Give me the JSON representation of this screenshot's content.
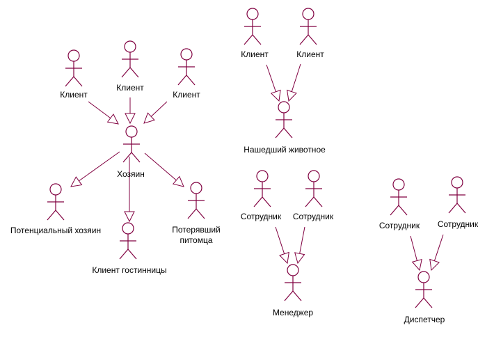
{
  "diagram": {
    "stroke_color": "#800040",
    "actors": [
      {
        "id": "a1",
        "label": "Клиент"
      },
      {
        "id": "a2",
        "label": "Клиент"
      },
      {
        "id": "a3",
        "label": "Клиент"
      },
      {
        "id": "owner",
        "label": "Хозяин"
      },
      {
        "id": "potential_owner",
        "label": "Потенциальный хозяин"
      },
      {
        "id": "hotel_client",
        "label": "Клиент гостинницы"
      },
      {
        "id": "lost_pet",
        "label": "Потерявший\nпитомца"
      },
      {
        "id": "b1",
        "label": "Клиент"
      },
      {
        "id": "b2",
        "label": "Клиент"
      },
      {
        "id": "finder",
        "label": "Нашедший животное"
      },
      {
        "id": "c1",
        "label": "Сотрудник"
      },
      {
        "id": "c2",
        "label": "Сотрудник"
      },
      {
        "id": "manager",
        "label": "Менеджер"
      },
      {
        "id": "d1",
        "label": "Сотрудник"
      },
      {
        "id": "d2",
        "label": "Сотрудник"
      },
      {
        "id": "dispatcher",
        "label": "Диспетчер"
      }
    ],
    "generalizations": [
      {
        "from": "a1",
        "to": "owner"
      },
      {
        "from": "a2",
        "to": "owner"
      },
      {
        "from": "a3",
        "to": "owner"
      },
      {
        "from": "owner",
        "to": "potential_owner"
      },
      {
        "from": "owner",
        "to": "hotel_client"
      },
      {
        "from": "owner",
        "to": "lost_pet"
      },
      {
        "from": "b1",
        "to": "finder"
      },
      {
        "from": "b2",
        "to": "finder"
      },
      {
        "from": "c1",
        "to": "manager"
      },
      {
        "from": "c2",
        "to": "manager"
      },
      {
        "from": "d1",
        "to": "dispatcher"
      },
      {
        "from": "d2",
        "to": "dispatcher"
      }
    ]
  }
}
